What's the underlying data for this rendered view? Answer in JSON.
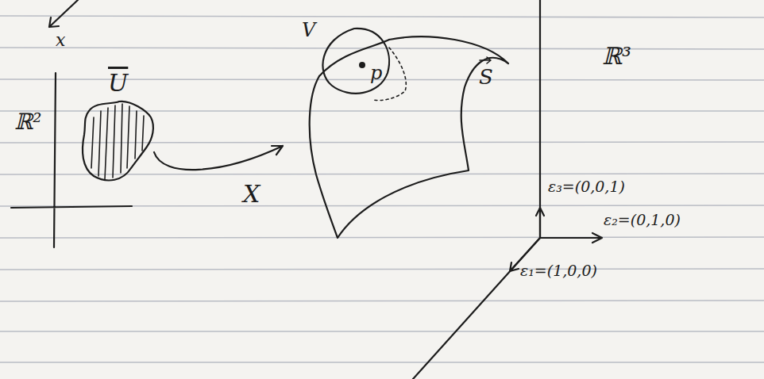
{
  "diagram": {
    "labels": [
      "x",
      "U",
      "ℝ²",
      "X",
      "V",
      "p",
      "S",
      "ℝ³",
      "ε₃=(0,0,1)",
      "ε₂=(0,1,0)",
      "ε₁=(1,0,0)"
    ]
  }
}
